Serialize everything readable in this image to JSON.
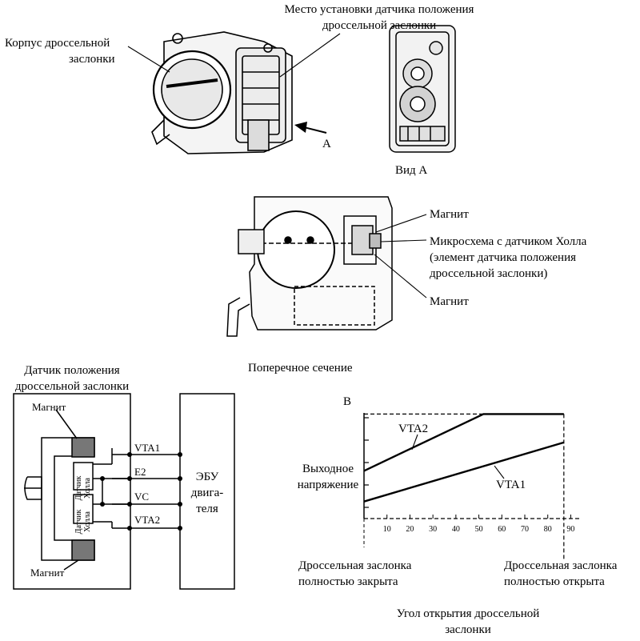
{
  "top": {
    "body_label": [
      "Корпус дроссельной",
      "заслонки"
    ],
    "sensor_mount_label": [
      "Место установки датчика положения",
      "дроссельной заслонки"
    ],
    "arrow_label": "A",
    "view_label": "Вид A"
  },
  "section": {
    "magnet_top": "Магнит",
    "hall_chip": [
      "Микросхема с датчиком Холла",
      "(элемент датчика положения",
      "дроссельной заслонки)"
    ],
    "magnet_bottom": "Магнит",
    "caption": "Поперечное сечение"
  },
  "circuit": {
    "title": [
      "Датчик положения",
      "дроссельной заслонки"
    ],
    "magnet_top": "Магнит",
    "magnet_bottom": "Магнит",
    "hall_sensor": [
      "Датчик",
      "Холла"
    ],
    "pins": [
      "VTA1",
      "E2",
      "VC",
      "VTA2"
    ],
    "ecu": [
      "ЭБУ",
      "двига-",
      "теля"
    ]
  },
  "chart_data": {
    "type": "line",
    "panel_label": "B",
    "ylabel": [
      "Выходное",
      "напряжение"
    ],
    "x_ticks": [
      10,
      20,
      30,
      40,
      50,
      60,
      70,
      80,
      90
    ],
    "xlim": [
      0,
      90
    ],
    "ylim": [
      0,
      1
    ],
    "series": [
      {
        "name": "VTA2",
        "x": [
          0,
          52,
          87
        ],
        "y": [
          0.42,
          0.92,
          0.92
        ]
      },
      {
        "name": "VTA1",
        "x": [
          0,
          87
        ],
        "y": [
          0.15,
          0.67
        ]
      }
    ],
    "max_level": 0.92,
    "left_note": [
      "Дроссельная заслонка",
      "полностью закрыта"
    ],
    "right_note": [
      "Дроссельная заслонка",
      "полностью открыта"
    ],
    "xlabel": [
      "Угол открытия дроссельной",
      "заслонки"
    ]
  }
}
